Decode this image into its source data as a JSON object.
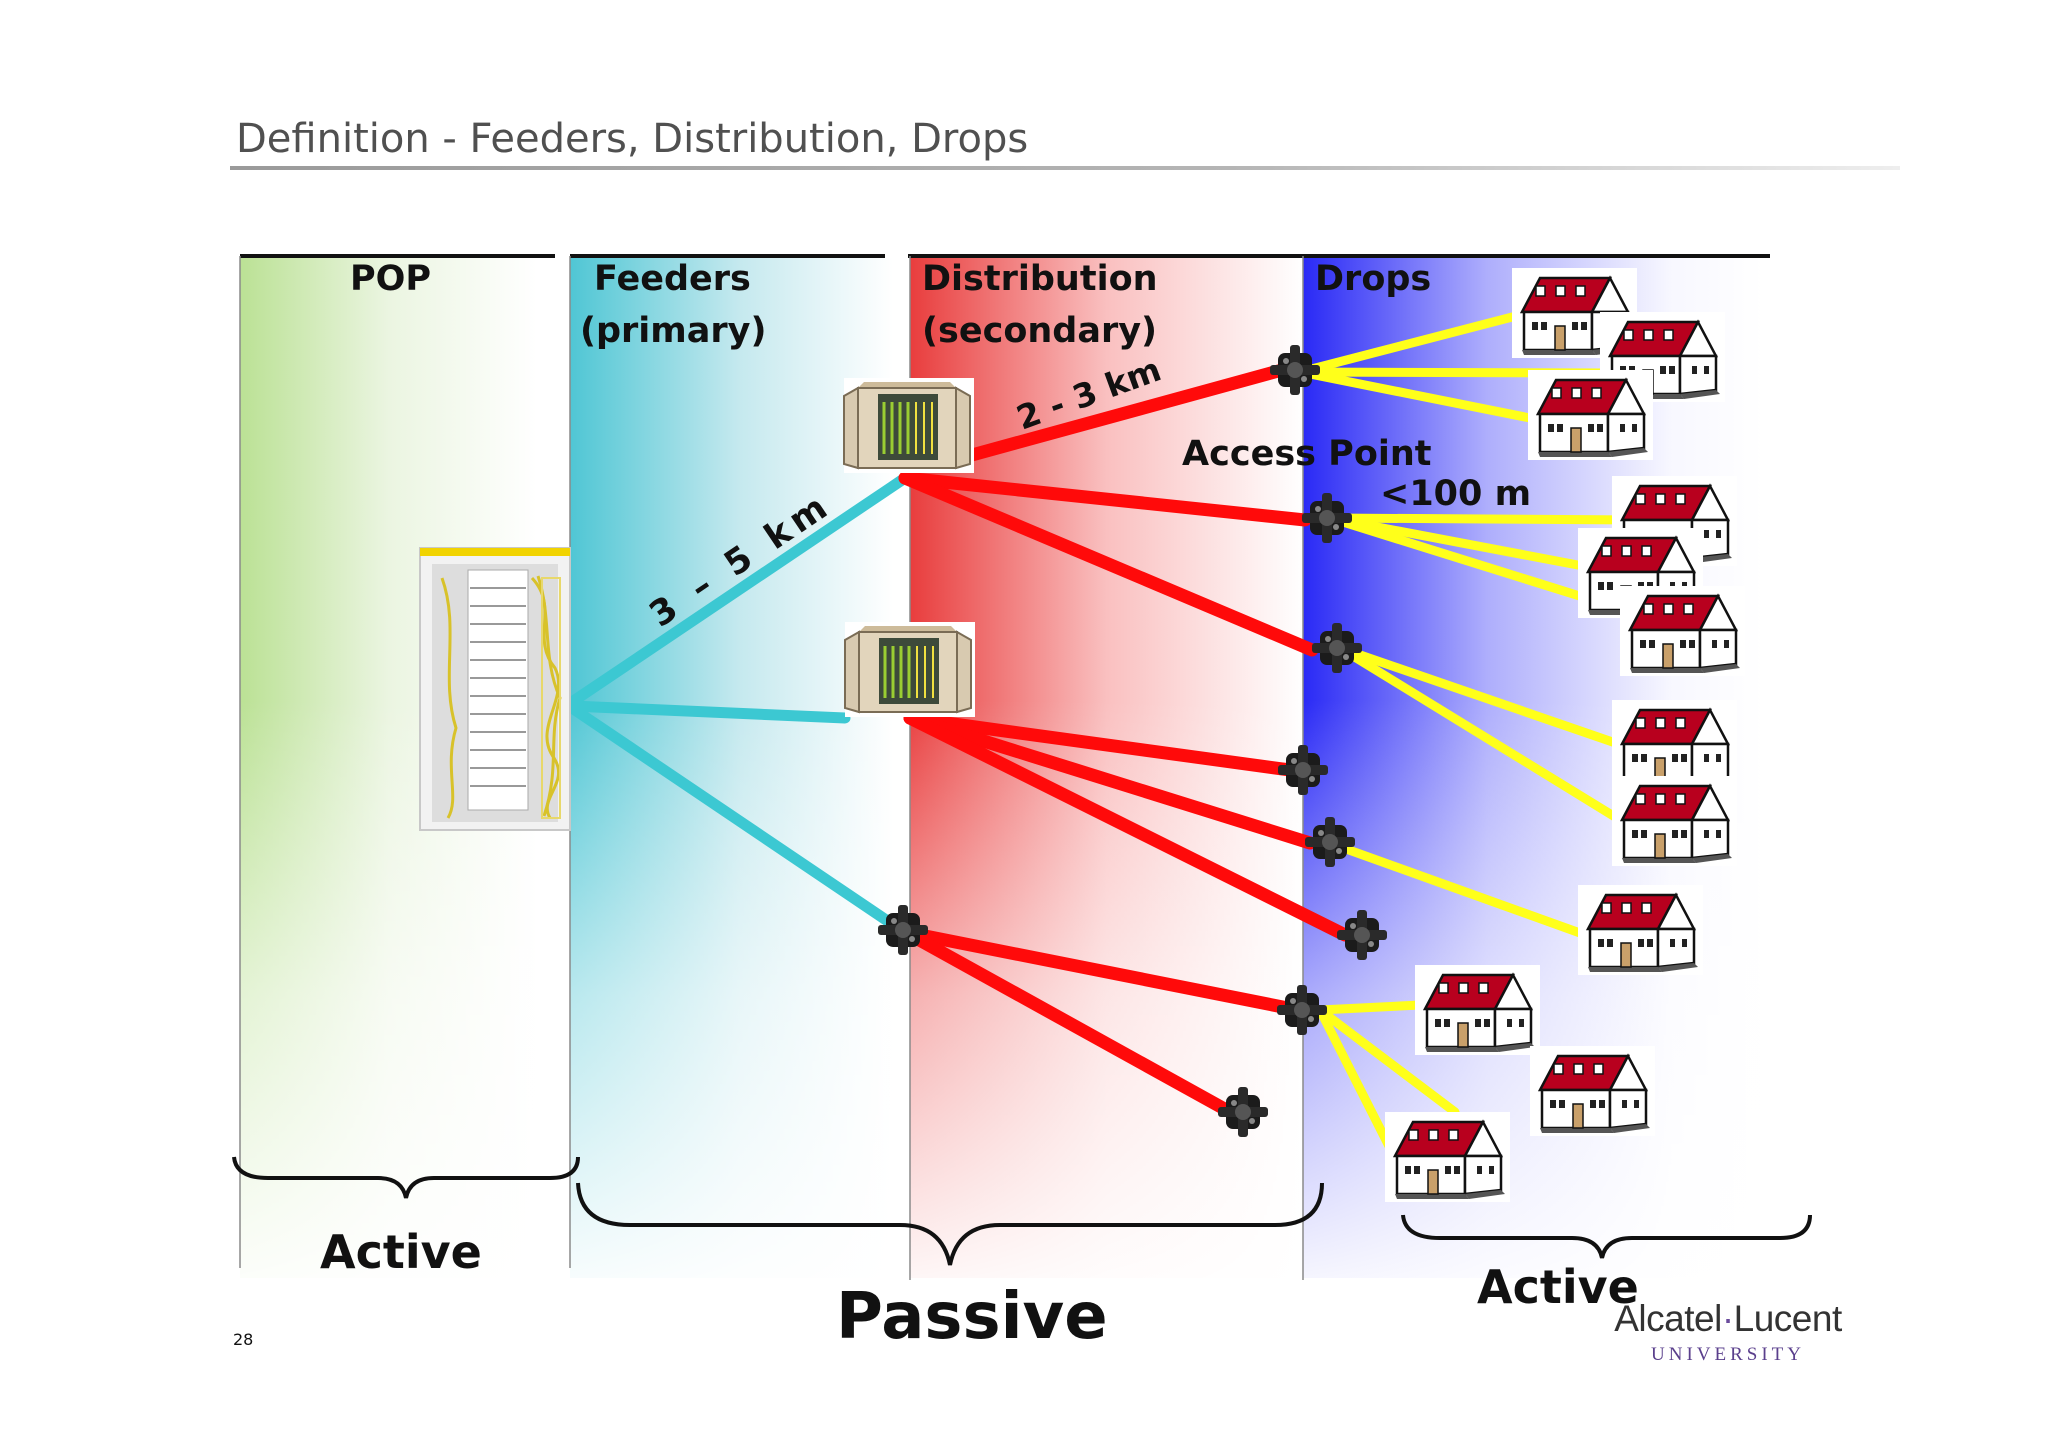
{
  "title": "Definition - Feeders, Distribution, Drops",
  "page_number": "28",
  "zones": {
    "pop": {
      "label": "POP",
      "color": "#b4dc8c"
    },
    "feeders": {
      "label_line1": "Feeders",
      "label_line2": "(primary)",
      "color": "#3cc8d2"
    },
    "distribution": {
      "label_line1": "Distribution",
      "label_line2": "(secondary)",
      "color": "#e62828"
    },
    "drops": {
      "label": "Drops",
      "color": "#1e1ef5"
    }
  },
  "distances": {
    "feeder": "3 – 5 km",
    "distribution": "2 - 3 km",
    "drop": "<100 m"
  },
  "access_point_label": "Access Point",
  "braces": {
    "pop": "Active",
    "passive": "Passive",
    "drops": "Active"
  },
  "line_colors": {
    "feeder": "#3cc8d2",
    "distribution": "#ff0a0a",
    "drop": "#ffff1a"
  },
  "icons": [
    "olt-rack-icon",
    "street-cabinet-icon",
    "splice-closure-icon",
    "house-icon"
  ],
  "logo": {
    "name_part1": "Alcatel",
    "dot": "·",
    "name_part2": "Lucent",
    "subtitle": "UNIVERSITY"
  }
}
